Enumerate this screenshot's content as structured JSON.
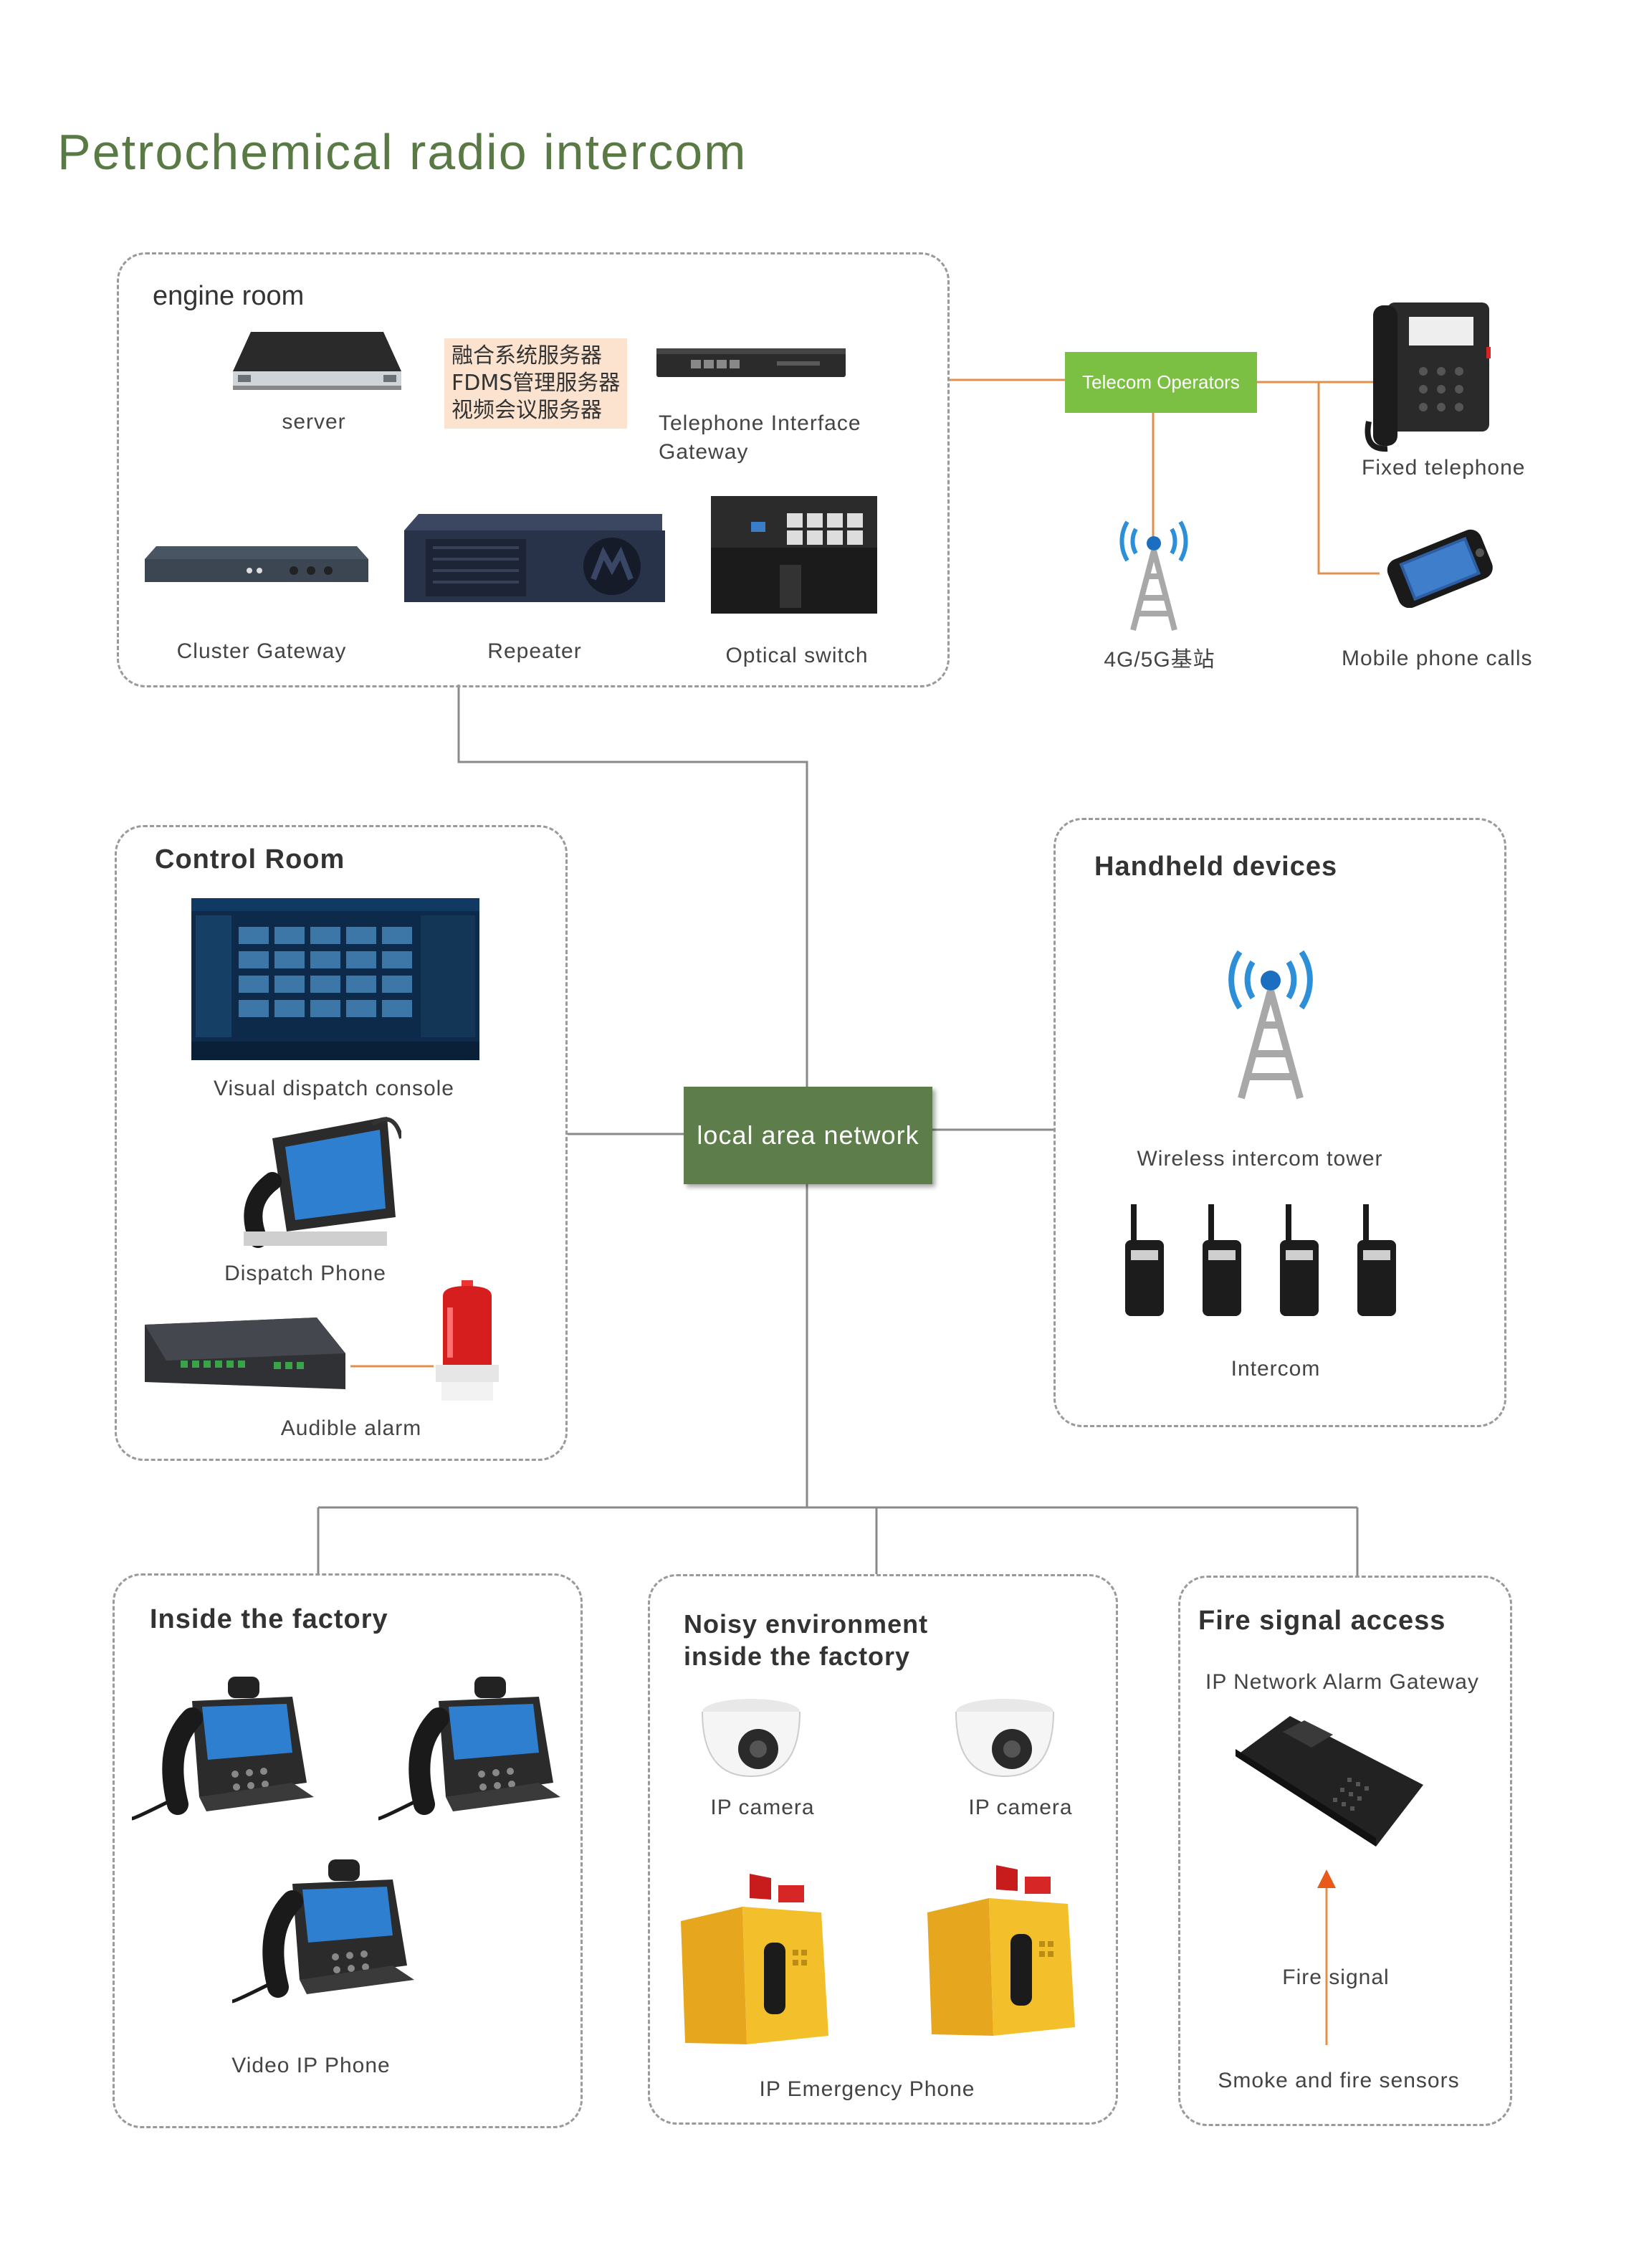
{
  "title": "Petrochemical radio intercom",
  "colors": {
    "title": "#5a7a45",
    "lan": "#5d7d4b",
    "telecom": "#7bc043",
    "line_gray": "#8a8a8a",
    "line_orange": "#e0904a"
  },
  "engine_room": {
    "title": "engine room",
    "note_lines": [
      "融合系统服务器",
      "FDMS管理服务器",
      "视频会议服务器"
    ],
    "devices": {
      "server": "server",
      "gateway_line1": "Telephone Interface",
      "gateway_line2": "Gateway",
      "cluster": "Cluster Gateway",
      "repeater": "Repeater",
      "switch": "Optical switch"
    }
  },
  "telecom": {
    "label": "Telecom Operators",
    "fixed_phone": "Fixed telephone",
    "base_station": "4G/5G基站",
    "mobile": "Mobile phone calls"
  },
  "lan": {
    "label": "local area network"
  },
  "control_room": {
    "title": "Control Room",
    "console": "Visual dispatch console",
    "dispatch_phone": "Dispatch Phone",
    "alarm": "Audible alarm"
  },
  "handheld": {
    "title": "Handheld devices",
    "tower": "Wireless intercom tower",
    "intercom": "Intercom"
  },
  "factory": {
    "title": "Inside the factory",
    "phone": "Video IP Phone"
  },
  "noisy": {
    "title_line1": "Noisy environment",
    "title_line2": "inside the factory",
    "camera1": "IP camera",
    "camera2": "IP camera",
    "emergency": "IP Emergency Phone"
  },
  "fire": {
    "title": "Fire signal access",
    "gateway": "IP Network Alarm Gateway",
    "signal": "Fire signal",
    "sensors": "Smoke and fire sensors"
  }
}
